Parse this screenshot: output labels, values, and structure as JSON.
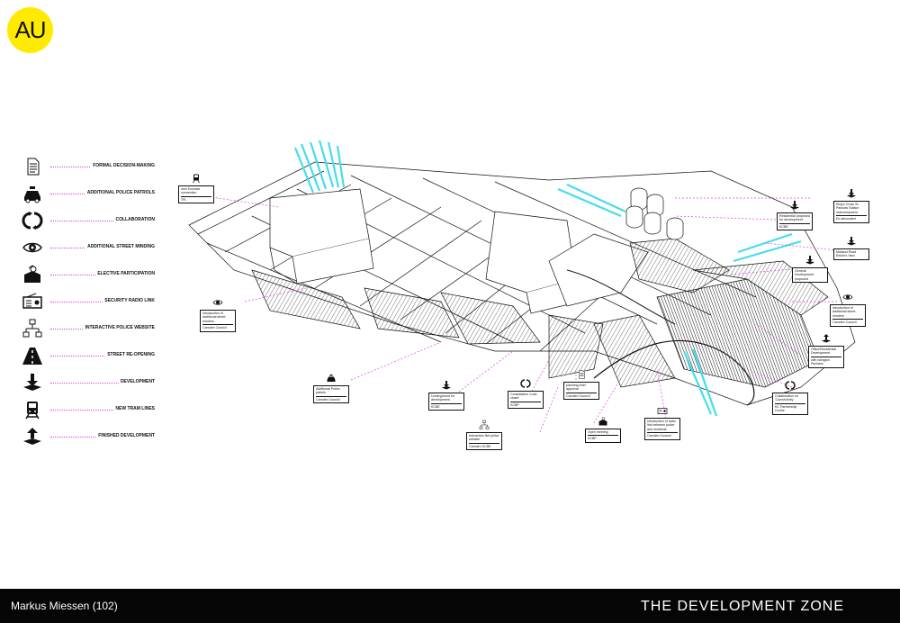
{
  "badge": {
    "text": "AU",
    "color": "#ffeb00"
  },
  "accent_color": "#e040e0",
  "water_color": "#44ddee",
  "legend": [
    {
      "label": "FORMAL DECISION-MAKING",
      "icon": "document-icon"
    },
    {
      "label": "ADDITIONAL POLICE PATROLS",
      "icon": "police-car-icon"
    },
    {
      "label": "COLLABORATION",
      "icon": "collaboration-arrows-icon"
    },
    {
      "label": "ADDITIONAL STREET MINDING",
      "icon": "eye-icon"
    },
    {
      "label": "ELECTIVE PARTICIPATION",
      "icon": "ballot-box-icon"
    },
    {
      "label": "SECURITY RADIO LINK",
      "icon": "radio-icon"
    },
    {
      "label": "INTERACTIVE POLICE WEBSITE",
      "icon": "network-icon"
    },
    {
      "label": "STREET RE-OPENING",
      "icon": "road-icon"
    },
    {
      "label": "DEVELOPMENT",
      "icon": "development-arrow-icon"
    },
    {
      "label": "NEW TRAM LINES",
      "icon": "tram-icon"
    },
    {
      "label": "FINISHED DEVELOPMENT",
      "icon": "finished-development-icon"
    }
  ],
  "callouts": [
    {
      "text": "new Eurostar connection",
      "org": "TFL",
      "icon": "tram-icon"
    },
    {
      "text": "Residential proposed for development",
      "org": "KCBE",
      "icon": "development-arrow-icon"
    },
    {
      "text": "King's Cross St. Pancras Station redevelopment",
      "org": "Ex advocated",
      "icon": "development-arrow-icon"
    },
    {
      "text": "Midland Road Eeklin's Yard",
      "org": "",
      "icon": "development-arrow-icon"
    },
    {
      "text": "General Development proposed",
      "org": "",
      "icon": "development-arrow-icon"
    },
    {
      "text": "Introduction of additional street-minders",
      "org": "Camden Council",
      "icon": "eye-icon"
    },
    {
      "text": "Introduction of additional street-minders",
      "org": "Camden Council",
      "icon": "eye-icon"
    },
    {
      "text": "Office/Residential Development",
      "org": "with Islington Partners",
      "icon": "finished-development-icon"
    },
    {
      "text": "Collaboration on 'Connectivity'",
      "org": "KC Partnership Centre",
      "icon": "collaboration-arrows-icon"
    },
    {
      "text": "Additional Police patrols",
      "org": "Camden Council",
      "icon": "police-car-icon"
    },
    {
      "text": "Underground for development",
      "org": "KCBE",
      "icon": "development-arrow-icon"
    },
    {
      "text": "Consultation 'Look closer'",
      "org": "KCBP",
      "icon": "collaboration-arrows-icon"
    },
    {
      "text": "planning brief approval",
      "org": "Camden Council",
      "icon": "document-icon"
    },
    {
      "text": "Interactive Net police website",
      "org": "Camden KCBE",
      "icon": "network-icon"
    },
    {
      "text": "Open meeting",
      "org": "KCBP",
      "icon": "ballot-box-icon"
    },
    {
      "text": "Introduction of radio link between police and residents",
      "org": "Camden Council",
      "icon": "radio-icon"
    }
  ],
  "footer": {
    "author": "Markus Miessen (102)",
    "title": "THE DEVELOPMENT ZONE"
  }
}
